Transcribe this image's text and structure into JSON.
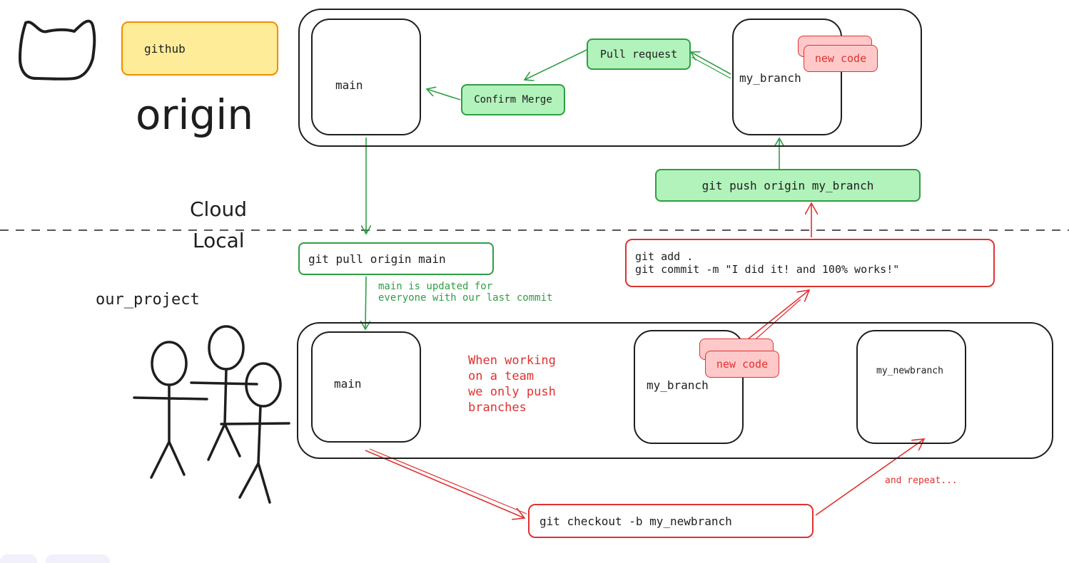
{
  "remote": {
    "title": "origin",
    "service": "github",
    "branch_main": "main",
    "branch_feature": "my_branch",
    "new_code": "new code",
    "pull_request": "Pull request",
    "confirm_merge": "Confirm Merge"
  },
  "boundary": {
    "cloud": "Cloud",
    "local": "Local"
  },
  "local": {
    "project": "our_project",
    "branch_main": "main",
    "branch_feature": "my_branch",
    "branch_new": "my_newbranch",
    "new_code": "new code",
    "team_note": "When working\non a team\nwe only push\nbranches"
  },
  "commands": {
    "push": "git push origin my_branch",
    "pull": "git pull origin main",
    "pull_note": "main is updated for\neveryone with our last commit",
    "commit": "git add .\ngit commit -m \"I did it! and 100% works!\"",
    "checkout": "git checkout -b my_newbranch",
    "repeat": "and repeat..."
  },
  "colors": {
    "stroke": "#1e1e1e",
    "green": "#2f9e44",
    "green_fill": "#b2f2bb",
    "red": "#e03131",
    "pink_fill": "#ffc9c9",
    "yellow_fill": "#ffec99",
    "yellow_stroke": "#f08c00"
  }
}
